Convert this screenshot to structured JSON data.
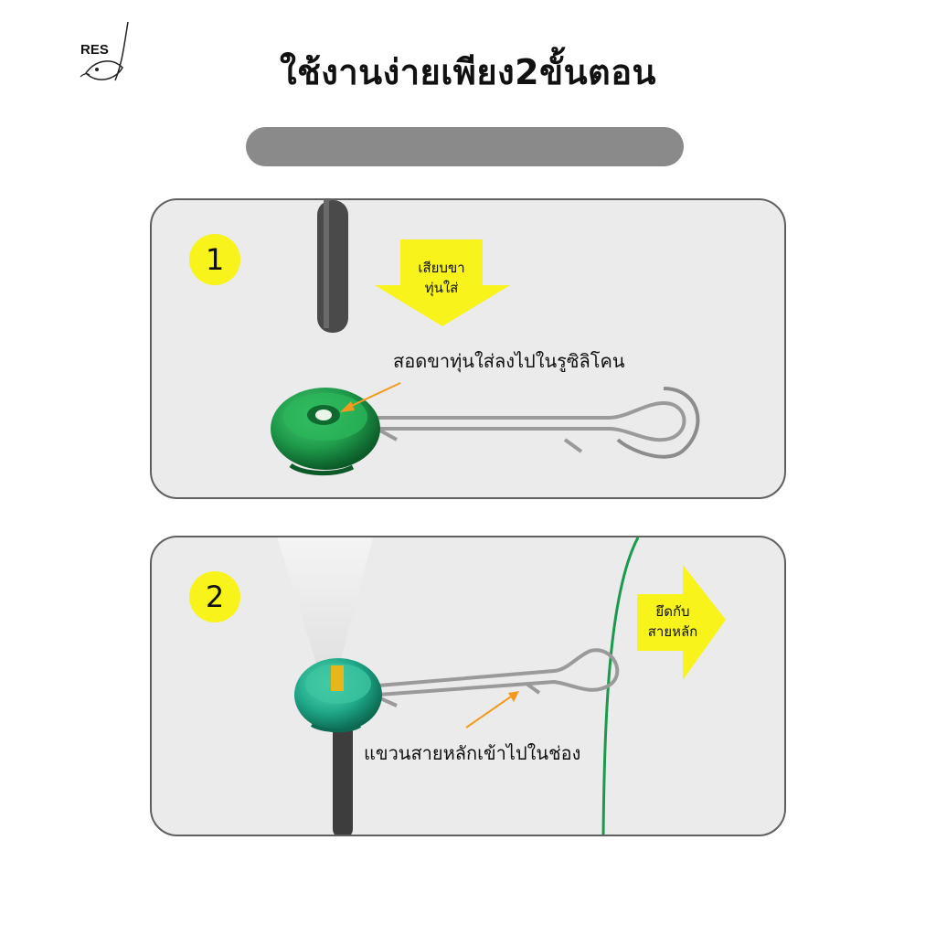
{
  "logo": {
    "text": "RES"
  },
  "title": "ใช้งานง่ายเพียง2ขั้นตอน",
  "steps": [
    {
      "number": "1",
      "arrow_text_line1": "เสียบขา",
      "arrow_text_line2": "ทุ่นใส่",
      "callout": "สอดขาทุ่นใส่ลงไปในรูซิลิโคน"
    },
    {
      "number": "2",
      "arrow_text_line1": "ยึดกับ",
      "arrow_text_line2": "สายหลัก",
      "callout": "แขวนสายหลักเข้าไปในช่อง"
    }
  ],
  "colors": {
    "accent_yellow": "#f7f31b",
    "bead_green": "#1e9a4a",
    "bead_teal": "#1fa889",
    "callout_arrow": "#f39a1e",
    "main_line": "#1a9a4c"
  }
}
